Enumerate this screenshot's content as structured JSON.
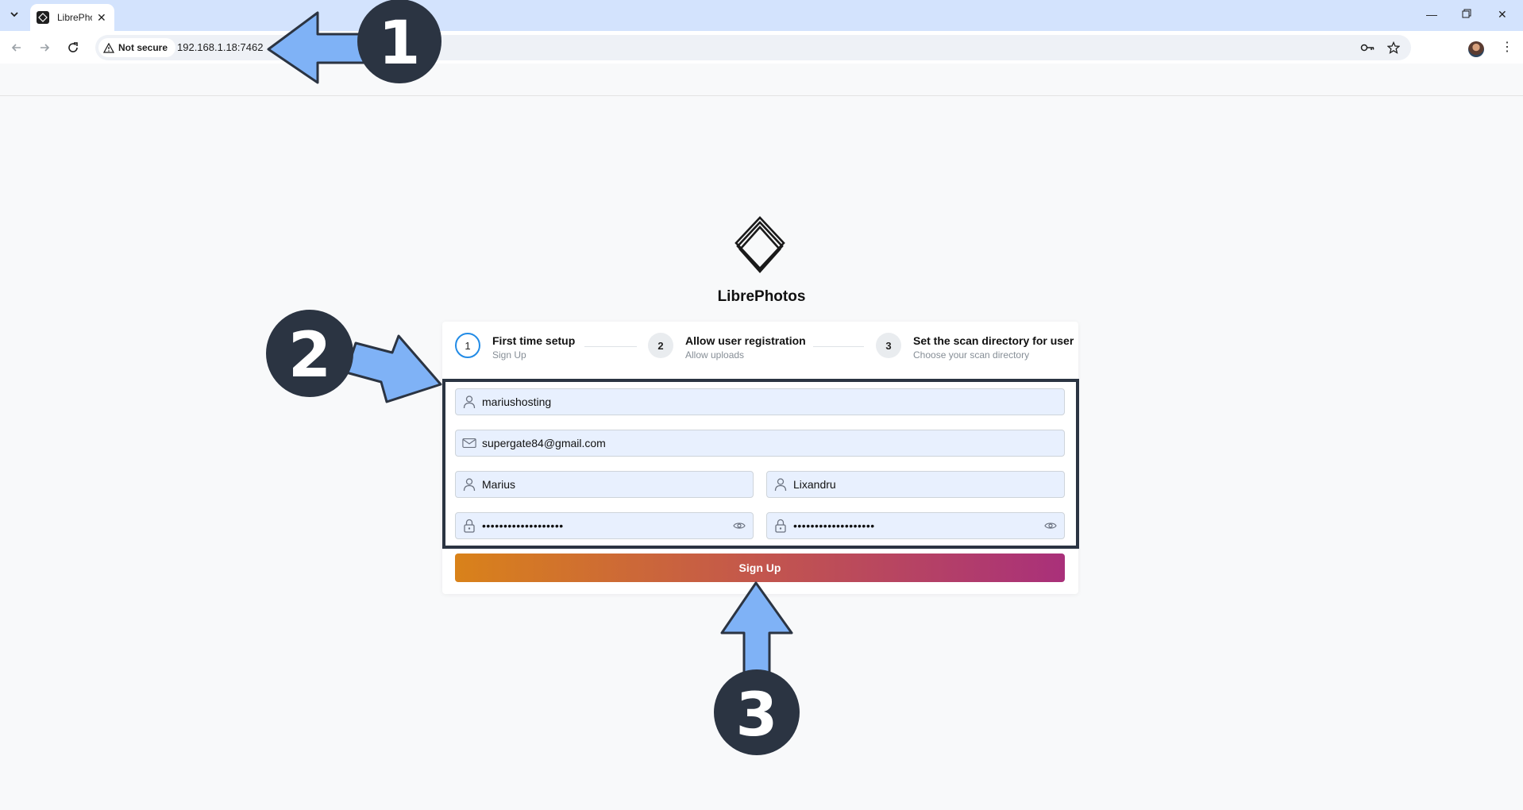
{
  "browser": {
    "tab_title": "LibrePhotos",
    "security_label": "Not secure",
    "url": "192.168.1.18:7462",
    "icons": [
      "tab-search-icon",
      "app-favicon-icon",
      "close-icon",
      "minimize-icon",
      "restore-icon",
      "window-close-icon",
      "back-icon",
      "forward-icon",
      "reload-icon",
      "warning-icon",
      "password-key-icon",
      "bookmark-star-icon",
      "profile-avatar",
      "menu-kebab-icon"
    ]
  },
  "app": {
    "title": "LibrePhotos",
    "steps": [
      {
        "number": "1",
        "title": "First time setup",
        "subtitle": "Sign Up"
      },
      {
        "number": "2",
        "title": "Allow user registration",
        "subtitle": "Allow uploads"
      },
      {
        "number": "3",
        "title": "Set the scan directory for user",
        "subtitle": "Choose your scan directory"
      }
    ],
    "form": {
      "username": "mariushosting",
      "email": "supergate84@gmail.com",
      "first_name": "Marius",
      "last_name": "Lixandru",
      "password_mask": "•••••••••••••••••••",
      "password_confirm_mask": "•••••••••••••••••••",
      "submit_label": "Sign Up"
    }
  },
  "annotations": {
    "badges": [
      "1",
      "2",
      "3"
    ],
    "arrow_color": "#7fb2f6",
    "badge_color": "#2b3442"
  }
}
